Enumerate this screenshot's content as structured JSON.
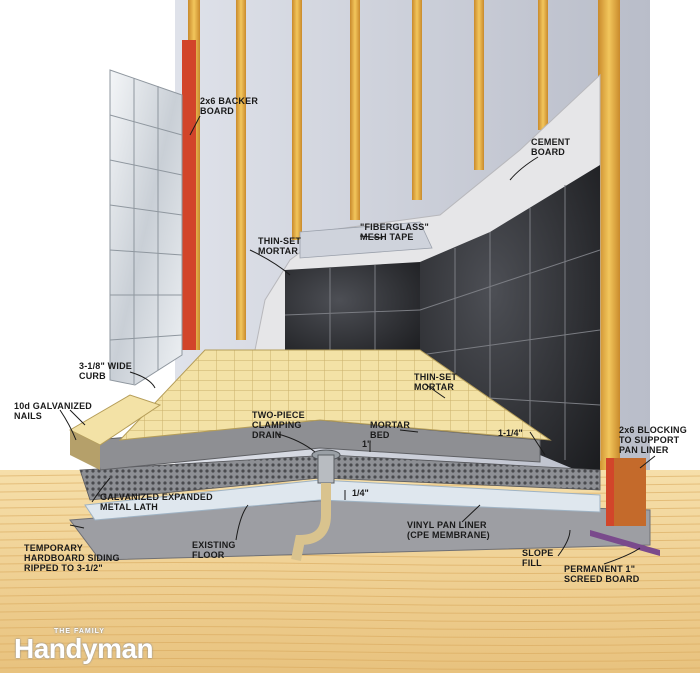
{
  "labels": {
    "backer_board": "2x6 BACKER\nBOARD",
    "cement_board": "CEMENT\nBOARD",
    "fiberglass_tape": "\"FIBERGLASS\"\nMESH TAPE",
    "thinset_mortar_top": "THIN-SET\nMORTAR",
    "curb": "3-1/8\" WIDE\nCURB",
    "nails": "10d GALVANIZED\nNAILS",
    "thinset_mortar_floor": "THIN-SET\nMORTAR",
    "drain": "TWO-PIECE\nCLAMPING\nDRAIN",
    "mortar_bed": "MORTAR\nBED",
    "blocking": "2x6 BLOCKING\nTO SUPPORT\nPAN LINER",
    "lath": "GALVANIZED EXPANDED\nMETAL LATH",
    "pan_liner": "VINYL PAN LINER\n(CPE MEMBRANE)",
    "siding": "TEMPORARY\nHARDBOARD SIDING\nRIPPED TO 3-1/2\"",
    "floor": "EXISTING\nFLOOR",
    "slope_fill": "SLOPE\nFILL",
    "screed": "PERMANENT 1\"\nSCREED BOARD"
  },
  "dimensions": {
    "d1": "1\"",
    "d2": "1-1/4\"",
    "d3": "1/4\""
  },
  "brand": {
    "tagline": "THE FAMILY",
    "name": "Handyman"
  }
}
